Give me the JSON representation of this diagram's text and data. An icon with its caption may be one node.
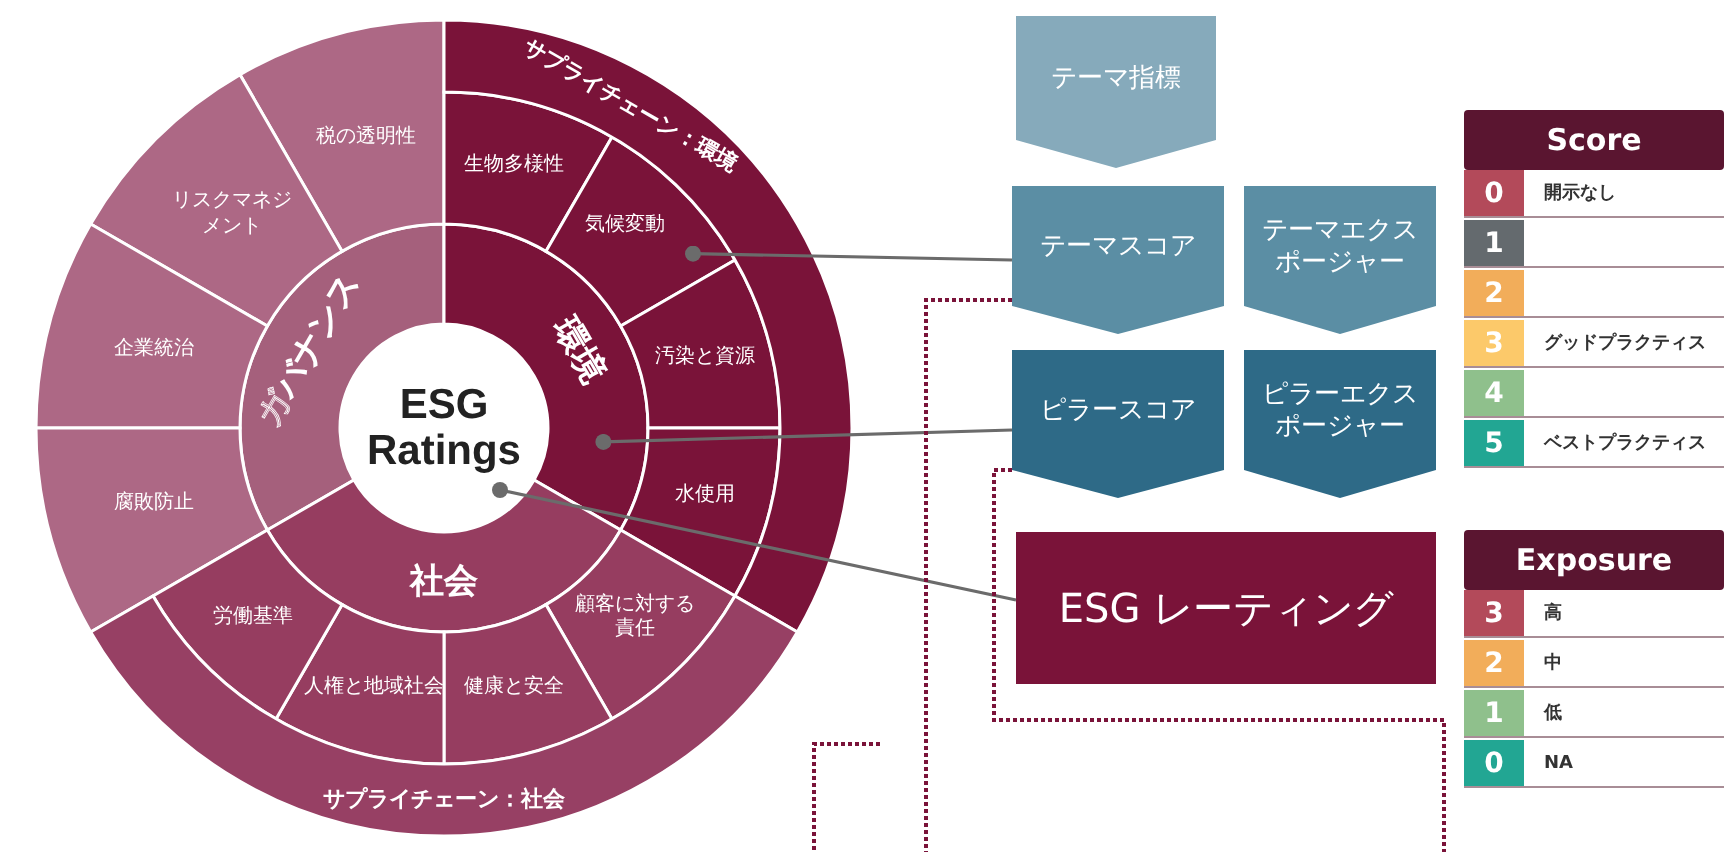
{
  "diagram": {
    "nodes": [
      {
        "text": [
          "ESG Ratings"
        ]
      },
      {
        "text": [
          "ガバナンス"
        ]
      },
      {
        "text": [
          "環境"
        ]
      },
      {
        "text": [
          "社会"
        ]
      },
      {
        "text": [
          "税の透明性"
        ]
      },
      {
        "text": [
          "リスクマネジメント"
        ]
      },
      {
        "text": [
          "企業統治"
        ]
      },
      {
        "text": [
          "腐敗防止"
        ]
      },
      {
        "text": [
          "生物多様性"
        ]
      },
      {
        "text": [
          "気候変動"
        ]
      },
      {
        "text": [
          "汚染と資源"
        ]
      },
      {
        "text": [
          "水使用"
        ]
      },
      {
        "text": [
          "顧客に対する責任"
        ]
      },
      {
        "text": [
          "健康と安全"
        ]
      },
      {
        "text": [
          "人権と地域社会"
        ]
      },
      {
        "text": [
          "労働基準"
        ]
      },
      {
        "text": [
          "サプライチェーン：環境"
        ]
      },
      {
        "text": [
          "サプライチェーン：社会"
        ]
      },
      {
        "text": [
          "テーマ指標"
        ]
      },
      {
        "text": [
          "テーマスコア"
        ]
      },
      {
        "text": [
          "テーマエクスポージャー"
        ]
      },
      {
        "text": [
          "ピラースコア"
        ]
      },
      {
        "text": [
          "ピラーエクスポージャー"
        ]
      },
      {
        "text": [
          "ESG レーティング"
        ]
      },
      {
        "text": [
          "Score"
        ]
      },
      {
        "text": [
          "0",
          "開示なし"
        ]
      },
      {
        "text": [
          "1"
        ]
      },
      {
        "text": [
          "2"
        ]
      },
      {
        "text": [
          "3",
          "グッドプラクティス"
        ]
      },
      {
        "text": [
          "4"
        ]
      },
      {
        "text": [
          "5",
          "ベストプラクティス"
        ]
      },
      {
        "text": [
          "Exposure"
        ]
      },
      {
        "text": [
          "3",
          "高"
        ]
      },
      {
        "text": [
          "2",
          "中"
        ]
      },
      {
        "text": [
          "1",
          "低"
        ]
      },
      {
        "text": [
          "0",
          "NA"
        ]
      }
    ],
    "edges": [
      {
        "from": 9,
        "to": 19,
        "arrow": "other"
      },
      {
        "from": 2,
        "to": 21,
        "arrow": "other"
      },
      {
        "from": 0,
        "to": 23,
        "arrow": "other"
      },
      {
        "from": 19,
        "to": null,
        "arrow": "none",
        "style": "dashed",
        "color": "#7a1339"
      },
      {
        "from": 21,
        "to": null,
        "arrow": "none",
        "style": "dashed",
        "color": "#7a1339"
      }
    ]
  }
}
